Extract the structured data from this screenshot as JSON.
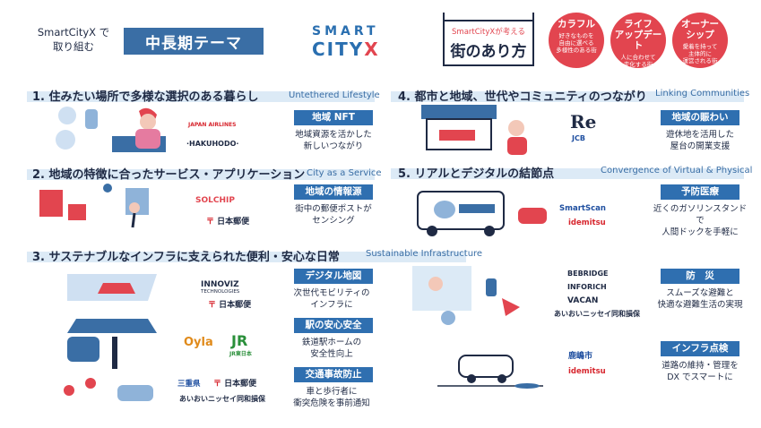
{
  "header": {
    "intro_line1": "SmartCityX で",
    "intro_line2": "取り組む",
    "theme_label": "中長期テーマ",
    "logo_line1": "SMART",
    "logo_line2_a": "CITY",
    "logo_line2_b": "X",
    "sign_sub": "SmartCityXが考える",
    "sign_main": "街のあり方"
  },
  "values": [
    {
      "title_a": "カラフル",
      "title_b": "",
      "desc_a": "好きなものを",
      "desc_b": "自由に選べる",
      "desc_c": "多様性のある街"
    },
    {
      "title_a": "ライフ",
      "title_b": "アップデート",
      "desc_a": "人に合わせて",
      "desc_b": "変化する街",
      "desc_c": ""
    },
    {
      "title_a": "オーナー",
      "title_b": "シップ",
      "desc_a": "愛着を持って",
      "desc_b": "主体的に",
      "desc_c": "運営される街"
    }
  ],
  "sections": {
    "s1": {
      "title": "1.  住みたい場所で多様な選択のある暮らし",
      "en": "Untethered Lifestyle",
      "tag": "地域 NFT",
      "desc_a": "地域資源を活かした",
      "desc_b": "新しいつながり",
      "partner_a": "JAPAN AIRLINES",
      "partner_b": "·HAKUHODO·"
    },
    "s2": {
      "title": "2.  地域の特徴に合ったサービス・アプリケーション",
      "en": "City as a Service",
      "tag": "地域の情報源",
      "desc_a": "街中の郵便ポストが",
      "desc_b": "センシング",
      "partner_a": "SOLCHIP",
      "partner_b": "日本郵便"
    },
    "s3": {
      "title": "3.  サステナブルなインフラに支えられた便利・安心な日常",
      "en": "Sustainable Infrastructure",
      "items": [
        {
          "tag": "デジタル地図",
          "desc_a": "次世代モビリティの",
          "desc_b": "インフラに"
        },
        {
          "tag": "駅の安心安全",
          "desc_a": "鉄道駅ホームの",
          "desc_b": "安全性向上"
        },
        {
          "tag": "交通事故防止",
          "desc_a": "車と歩行者に",
          "desc_b": "衝突危険を事前通知"
        }
      ],
      "partners": {
        "innoviz": "INNOVIZ",
        "innoviz_sub": "TECHNOLOGIES",
        "jp1": "日本郵便",
        "oyla": "Oyla",
        "jr": "JR",
        "jr_sub": "JR東日本",
        "mie": "三重県",
        "jp2": "日本郵便",
        "aioi": "あいおいニッセイ同和損保"
      }
    },
    "s4": {
      "title": "4.  都市と地域、世代やコミュニティのつながり",
      "en": "Linking Communities",
      "tag": "地域の賑わい",
      "desc_a": "遊休地を活用した",
      "desc_b": "屋台の開業支援",
      "partner_a": "Re",
      "partner_b": "JCB"
    },
    "s5": {
      "title": "5.  リアルとデジタルの結節点",
      "en": "Convergence of Virtual & Physical",
      "tag": "予防医療",
      "desc_a": "近くのガソリンスタンドで",
      "desc_b": "人間ドックを手軽に",
      "partner_a": "SmartScan",
      "partner_b": "idemitsu"
    },
    "s6": {
      "tag": "防　災",
      "desc_a": "スムーズな避難と",
      "desc_b": "快適な避難生活の実現",
      "partners": [
        "BEBRIDGE",
        "INFORICH",
        "VACAN",
        "あいおいニッセイ同和損保"
      ]
    },
    "s7": {
      "tag": "インフラ点検",
      "desc_a": "道路の維持・管理を",
      "desc_b": "DX でスマートに",
      "partner_a": "鹿嶋市",
      "partner_b": "idemitsu"
    }
  },
  "colors": {
    "accent_red": "#e2454f",
    "tag_blue": "#2f6fb0",
    "theme_blue": "#3a6ea5",
    "navy": "#1f2a44",
    "stripe": "#dceaf6"
  }
}
